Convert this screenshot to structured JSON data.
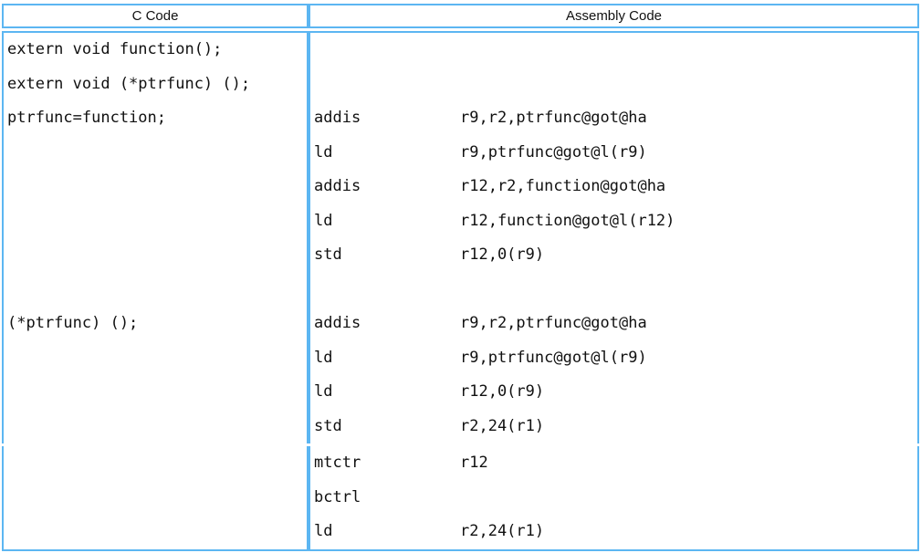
{
  "colors": {
    "border": "#5cb6f2",
    "text": "#111111",
    "background": "#ffffff"
  },
  "table": {
    "headers": {
      "c": "C Code",
      "assembly": "Assembly Code"
    },
    "rows": [
      {
        "c_lines": [
          "extern void function();",
          "extern void (*ptrfunc) ();",
          "ptrfunc=function;",
          "",
          "",
          "",
          "",
          "",
          "(*ptrfunc) ();",
          "",
          "",
          ""
        ],
        "asm_lines": [
          null,
          null,
          {
            "m": "addis",
            "o": "r9,r2,ptrfunc@got@ha"
          },
          {
            "m": "ld",
            "o": "r9,ptrfunc@got@l(r9)"
          },
          {
            "m": "addis",
            "o": "r12,r2,function@got@ha"
          },
          {
            "m": "ld",
            "o": "r12,function@got@l(r12)"
          },
          {
            "m": "std",
            "o": "r12,0(r9)"
          },
          null,
          {
            "m": "addis",
            "o": "r9,r2,ptrfunc@got@ha"
          },
          {
            "m": "ld",
            "o": "r9,ptrfunc@got@l(r9)"
          },
          {
            "m": "ld",
            "o": "r12,0(r9)"
          },
          {
            "m": "std",
            "o": "r2,24(r1)"
          }
        ]
      },
      {
        "c_lines": [
          "",
          "",
          ""
        ],
        "asm_lines": [
          {
            "m": "mtctr",
            "o": "r12"
          },
          {
            "m": "bctrl",
            "o": ""
          },
          {
            "m": "ld",
            "o": "r2,24(r1)"
          }
        ]
      }
    ]
  }
}
